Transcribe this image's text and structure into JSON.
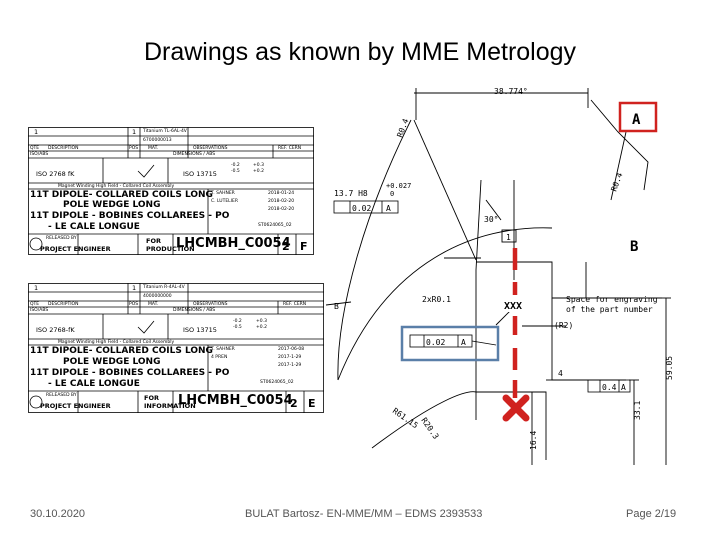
{
  "slide": {
    "title": "Drawings as known by MME Metrology",
    "date": "30.10.2020",
    "author": "BULAT Bartosz- EN-MME/MM – EDMS 2393533",
    "page": "Page 2/19"
  },
  "title_blocks": [
    {
      "qty": "1",
      "qty2": "1",
      "material_ref": "Titanium TL-6AL-4V",
      "material_code": "6700000013",
      "col_qte": "QTE",
      "col_description": "DESCRIPTION",
      "col_pos": "POS",
      "col_mat": "MAT.",
      "col_observations": "OBSERVATIONS",
      "col_ref": "REF. CERN",
      "iso_label": "ISO/ABS",
      "dim_label": "DIMENSIONS / ABS",
      "iso_1": "ISO 2768 fK",
      "iso_2": "ISO 13715",
      "tol_a": "-0.2",
      "tol_b": "-0.5",
      "tol_c": "+0.3",
      "tol_d": "+0.2",
      "project_line": "Magnet Winding High Field - Collared Coil Assembly",
      "desc_1": "11T DIPOLE- COLLARED COILS LONG",
      "desc_2": "POLE WEDGE LONG",
      "desc_3": "11T DIPOLE - BOBINES COLLAREES - PO",
      "desc_4": "- LE CALE LONGUE",
      "rel_by_label": "RELEASED BY",
      "rel_by": "PROJECT ENGINEER",
      "for_label": "FOR",
      "for_value": "PRODUCTION",
      "drawing_no": "LHCMBH_C0054",
      "sheet": "2",
      "rev": "F",
      "drawn": "T. SAHNER",
      "checked": "C. LUTELIER",
      "date_1": "2018-01-24",
      "date_2": "2018-02-20",
      "date_3": "2018-02-20",
      "doc_no": "ST0624065_02"
    },
    {
      "qty": "1",
      "qty2": "1",
      "material_ref": "Titanium R-4AL-4V",
      "material_code": "4000000000",
      "col_qte": "QTE",
      "col_description": "DESCRIPTION",
      "col_pos": "POS",
      "col_mat": "MAT.",
      "col_observations": "OBSERVATIONS",
      "col_ref": "REF. CERN",
      "iso_label": "ISO/ABS",
      "dim_label": "DIMENSIONS / ABS",
      "iso_1": "ISO 2768-fK",
      "iso_2": "ISO 13715",
      "tol_a": "-0.2",
      "tol_b": "-0.5",
      "tol_c": "+0.3",
      "tol_d": "+0.2",
      "project_line": "Magnet Winding High Field - Collared Coil Assembly",
      "desc_1": "11T DIPOLE- COLLARED COILS LONG",
      "desc_2": "POLE WEDGE LONG",
      "desc_3": "11T DIPOLE - BOBINES COLLAREES - PO",
      "desc_4": "- LE CALE LONGUE",
      "rel_by_label": "RELEASED BY",
      "rel_by": "PROJECT ENGINEER",
      "for_label": "FOR",
      "for_value": "INFORMATION",
      "drawing_no": "LHCMBH_C0054",
      "sheet": "2",
      "rev": "E",
      "drawn": "T. SAHNER",
      "checked": "4 PREN",
      "date_1": "2017-06-08",
      "date_2": "2017-1-29",
      "date_3": "2017-1-29",
      "doc_no": "ST0624065_02"
    }
  ],
  "drawing": {
    "dim_top": "38.774°",
    "r_04_a": "R0.4",
    "r_04_b": "R0.4",
    "dim_137": "13.7 H8",
    "dim_137_tol_up": "+0.027",
    "dim_137_tol_lo": "0",
    "ftol_1_value": "0.02",
    "ftol_1_datum": "A",
    "angle_30": "30°",
    "datum_b_small": "B",
    "dim_2xr01": "2xR0.1",
    "xxx": "XXX",
    "note_1": "Space for engraving",
    "note_2": "of the part number",
    "r2": "(R2)",
    "ftol_2_value": "0.02",
    "ftol_2_datum": "A",
    "dim_4": "4",
    "ftol_3_value": "0.4",
    "ftol_3_datum": "A",
    "dim_5905": "59.05",
    "dim_331": "33.1",
    "dim_164": "16.4",
    "r6115": "R61.15",
    "r203": "R20.3",
    "num_1": "1",
    "label_a": "A",
    "label_b": "B",
    "colors": {
      "highlight_red": "#d0221f",
      "highlight_blue": "#5a7fa8"
    }
  }
}
